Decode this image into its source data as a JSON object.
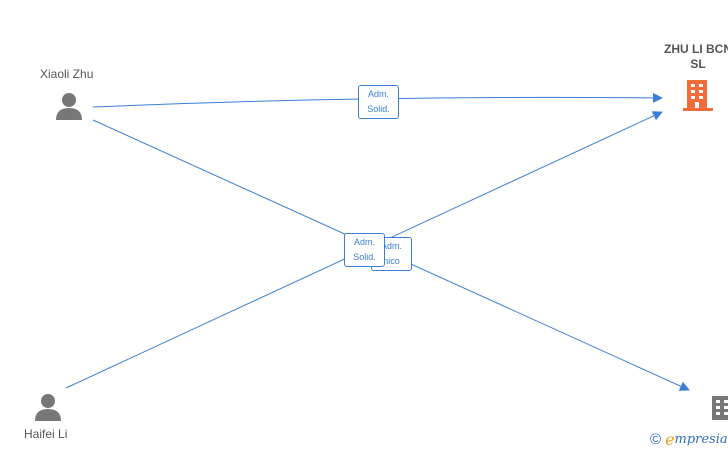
{
  "people": [
    {
      "name": "Xiaoli Zhu",
      "icon": "person-icon"
    },
    {
      "name": "Haifei Li",
      "icon": "person-icon"
    }
  ],
  "companies": [
    {
      "name_line1": "ZHU LI BCN",
      "name_line2": "SL",
      "icon": "building-icon",
      "color": "#f26b3a"
    },
    {
      "icon": "building-icon",
      "color": "#777777"
    }
  ],
  "edges": [
    {
      "from": "Xiaoli Zhu",
      "to": "ZHU LI BCN SL",
      "line1": "Adm.",
      "line2": "Solid."
    },
    {
      "from": "Haifei Li",
      "to": "ZHU LI BCN SL",
      "line1": "Adm.",
      "line2": "Solid."
    },
    {
      "from": "Xiaoli Zhu",
      "to": "company-2",
      "line1": "Adm.",
      "line2": "nico"
    }
  ],
  "colors": {
    "edge": "#3a7fd5",
    "person": "#777777"
  },
  "brand": {
    "copyright": "©",
    "first_letter": "e",
    "rest": "mpresia"
  }
}
